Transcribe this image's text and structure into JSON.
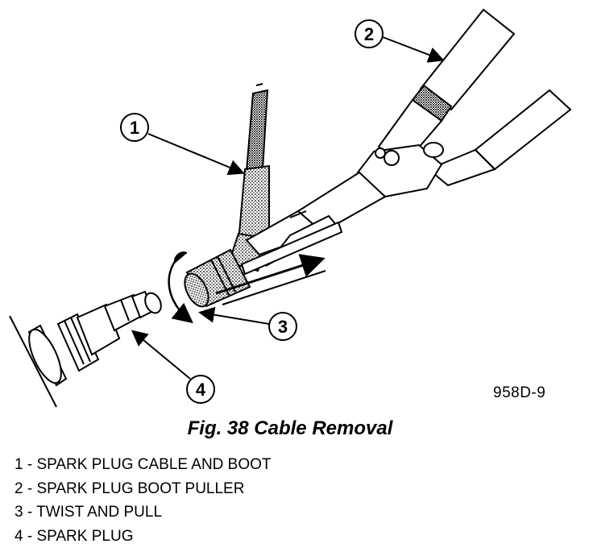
{
  "figure": {
    "code": "958D-9",
    "caption": "Fig. 38 Cable Removal",
    "callouts": [
      "1",
      "2",
      "3",
      "4"
    ]
  },
  "legend": [
    "1 - SPARK PLUG CABLE AND BOOT",
    "2 - SPARK PLUG BOOT PULLER",
    "3 - TWIST AND PULL",
    "4 - SPARK PLUG"
  ]
}
